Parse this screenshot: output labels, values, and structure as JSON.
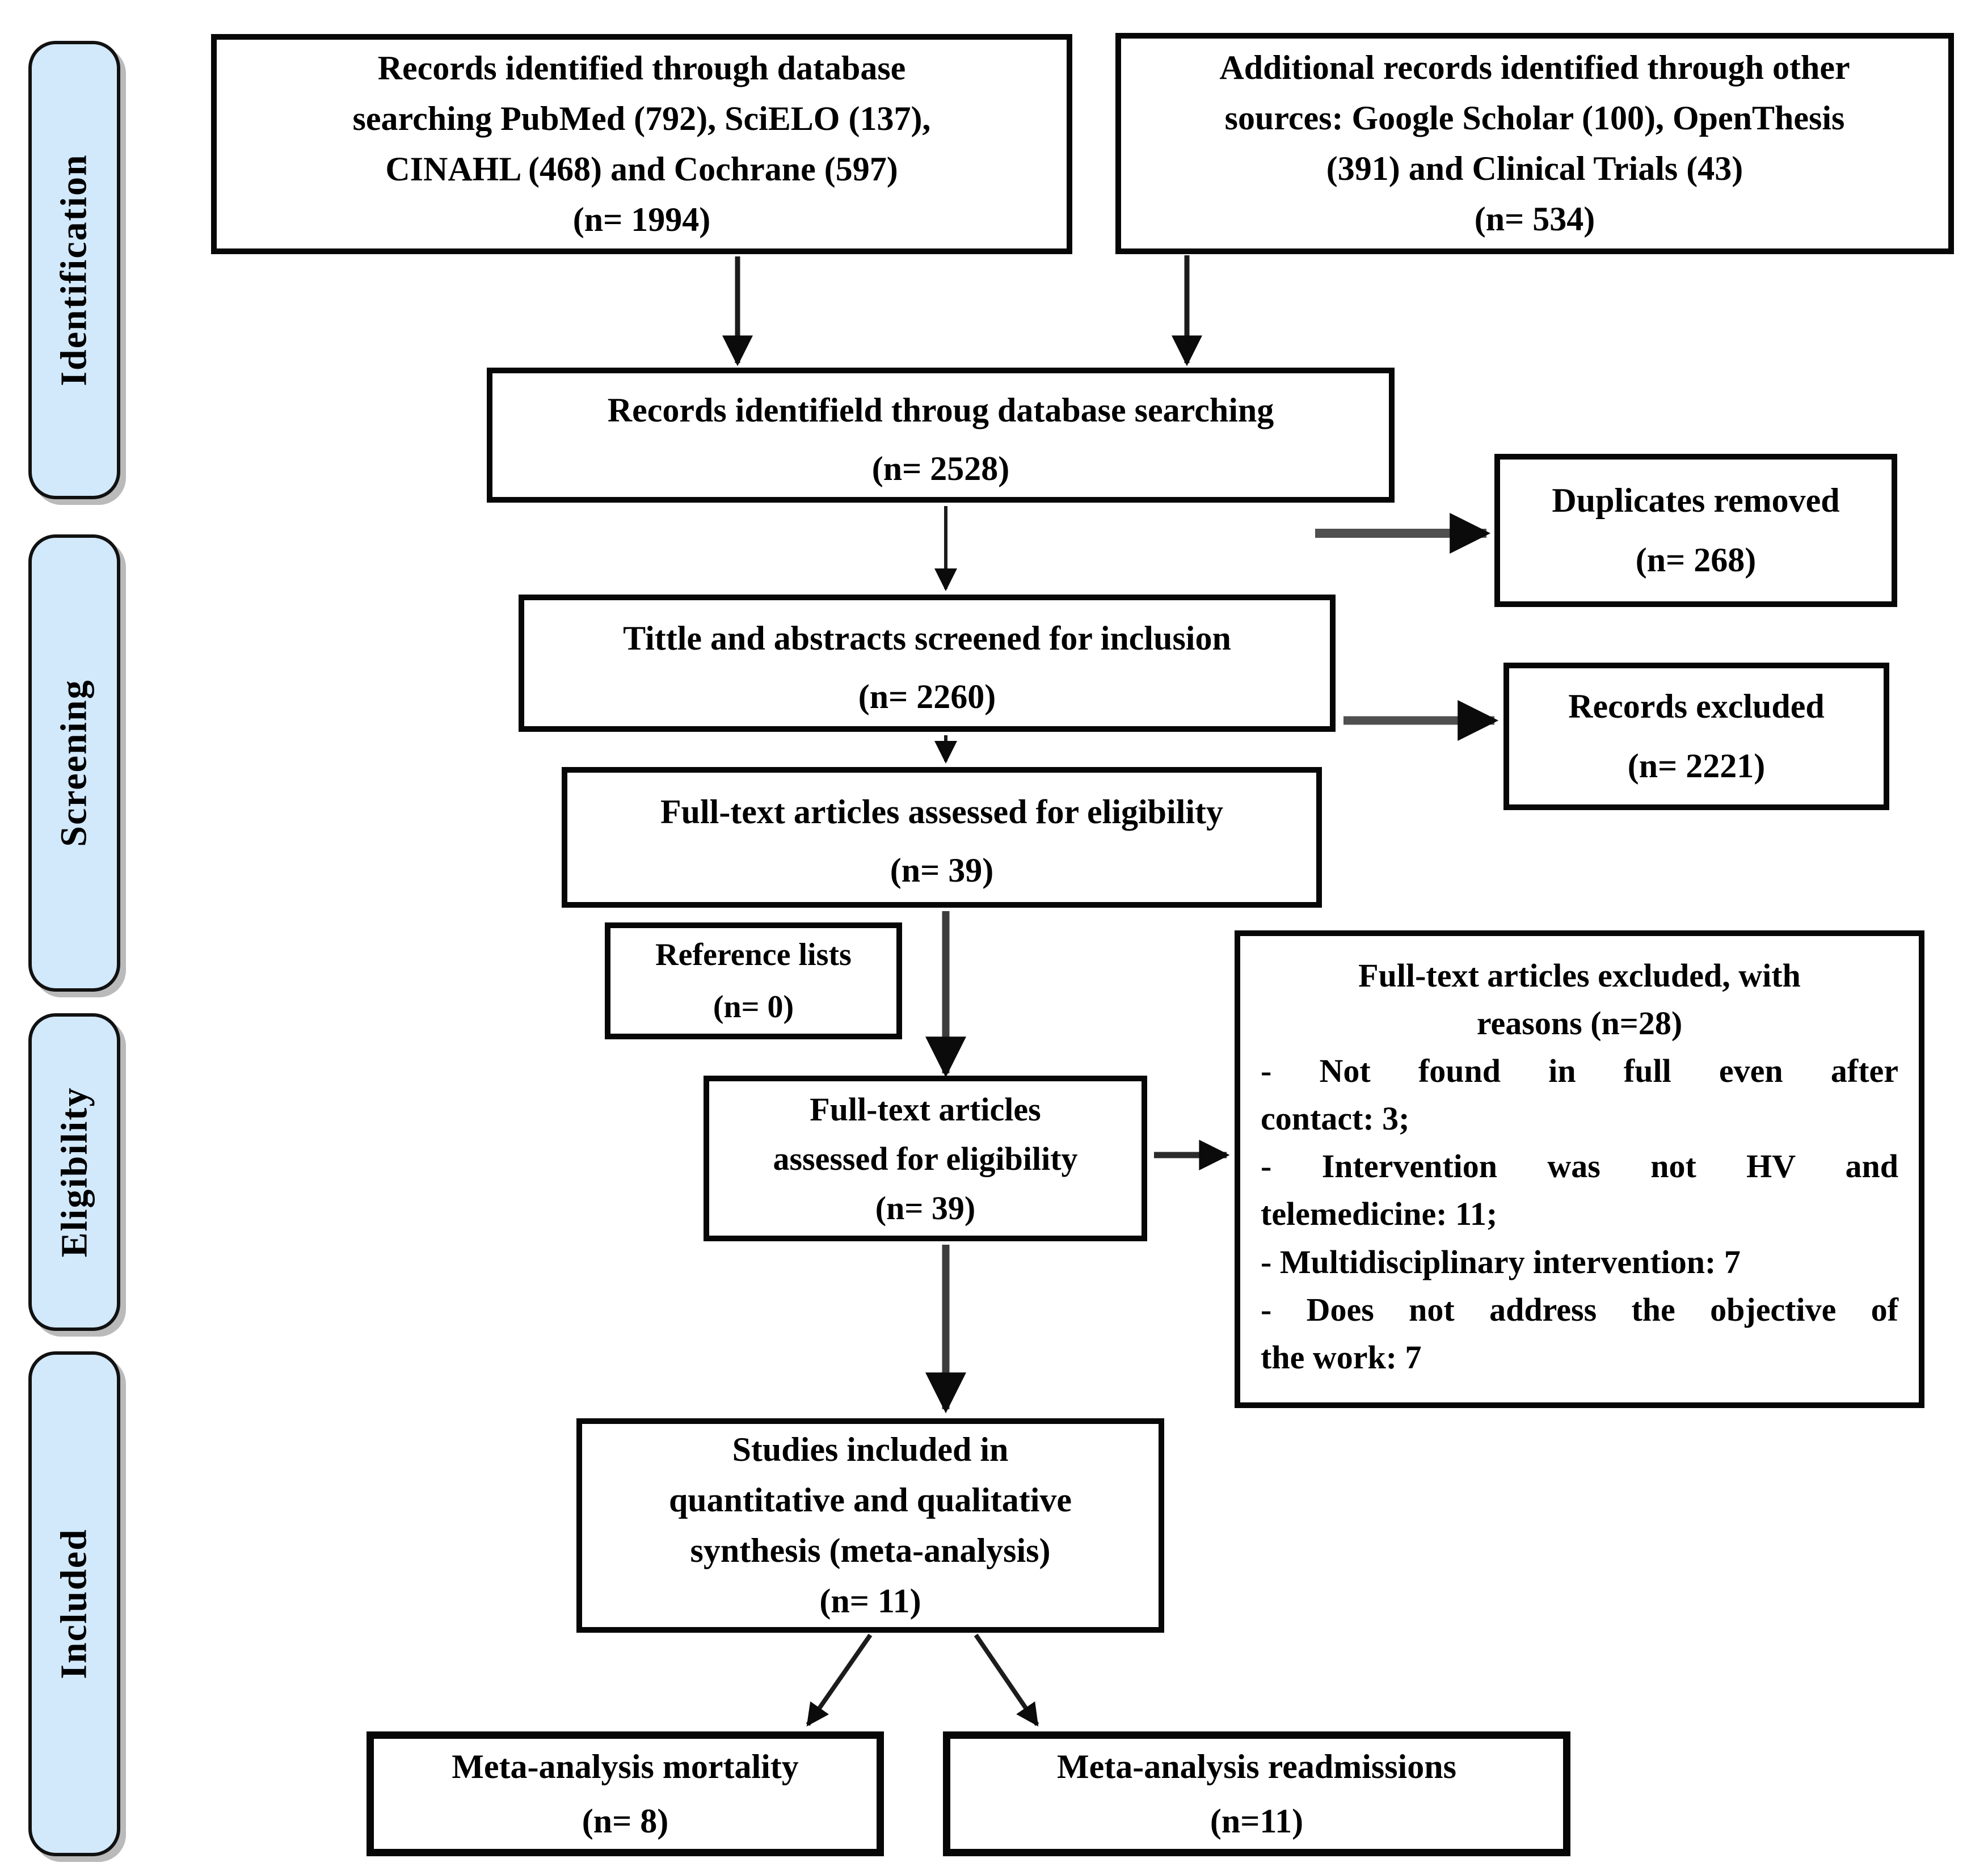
{
  "title": "PRISMA flow diagram of study selection",
  "colors": {
    "sidebar_fill": "#d2e8fb",
    "box_border": "#070707",
    "arrow_dark": "#1c1c1c",
    "arrow_gray": "#4f4f4f",
    "background": "#ffffff"
  },
  "sidebar": {
    "items": [
      {
        "label": "Identification"
      },
      {
        "label": "Screening"
      },
      {
        "label": "Eligibility"
      },
      {
        "label": "Included"
      }
    ]
  },
  "boxes": {
    "records_database": {
      "lines": [
        "Records identified through database",
        "searching PubMed (792), SciELO (137),",
        "CINAHL (468) and Cochrane (597)",
        "(n= 1994)"
      ]
    },
    "additional_records": {
      "lines": [
        "Additional records identified through other",
        "sources: Google Scholar (100), OpenThesis",
        "(391) and Clinical Trials (43)",
        "(n= 534)"
      ]
    },
    "records_identified_total": {
      "lines": [
        "Records identifield throug database searching",
        "(n= 2528)"
      ]
    },
    "duplicates_removed": {
      "lines": [
        "Duplicates removed",
        "(n= 268)"
      ]
    },
    "titles_abstracts_screened": {
      "lines": [
        "Tittle and abstracts screened for inclusion",
        "(n= 2260)"
      ]
    },
    "records_excluded": {
      "lines": [
        "Records excluded",
        "(n= 2221)"
      ]
    },
    "fulltext_assessed_wide": {
      "lines": [
        "Full-text articles assessed for eligibility",
        "(n= 39)"
      ]
    },
    "reference_lists": {
      "lines": [
        "Reference lists",
        "(n= 0)"
      ]
    },
    "fulltext_assessed_narrow": {
      "lines": [
        "Full-text articles",
        "assessed for eligibility",
        "(n= 39)"
      ]
    },
    "fulltext_excluded": {
      "title_lines": [
        "Full-text articles excluded, with",
        "reasons (n=28)"
      ],
      "bullet_lines": [
        {
          "text": "- Not found in full even after"
        },
        {
          "text": "contact: 3;"
        },
        {
          "text": "- Intervention was not HV and"
        },
        {
          "text": "telemedicine: 11;"
        },
        {
          "text": "- Multidisciplinary intervention: 7"
        },
        {
          "text": "- Does not address the objective of"
        },
        {
          "text": "the work: 7"
        }
      ]
    },
    "studies_included": {
      "lines": [
        "Studies included in",
        "quantitative and qualitative",
        "synthesis (meta-analysis)",
        "(n= 11)"
      ]
    },
    "meta_mortality": {
      "lines": [
        "Meta-analysis mortality",
        "(n= 8)"
      ]
    },
    "meta_readmissions": {
      "lines": [
        "Meta-analysis readmissions",
        "(n=11)"
      ]
    }
  }
}
